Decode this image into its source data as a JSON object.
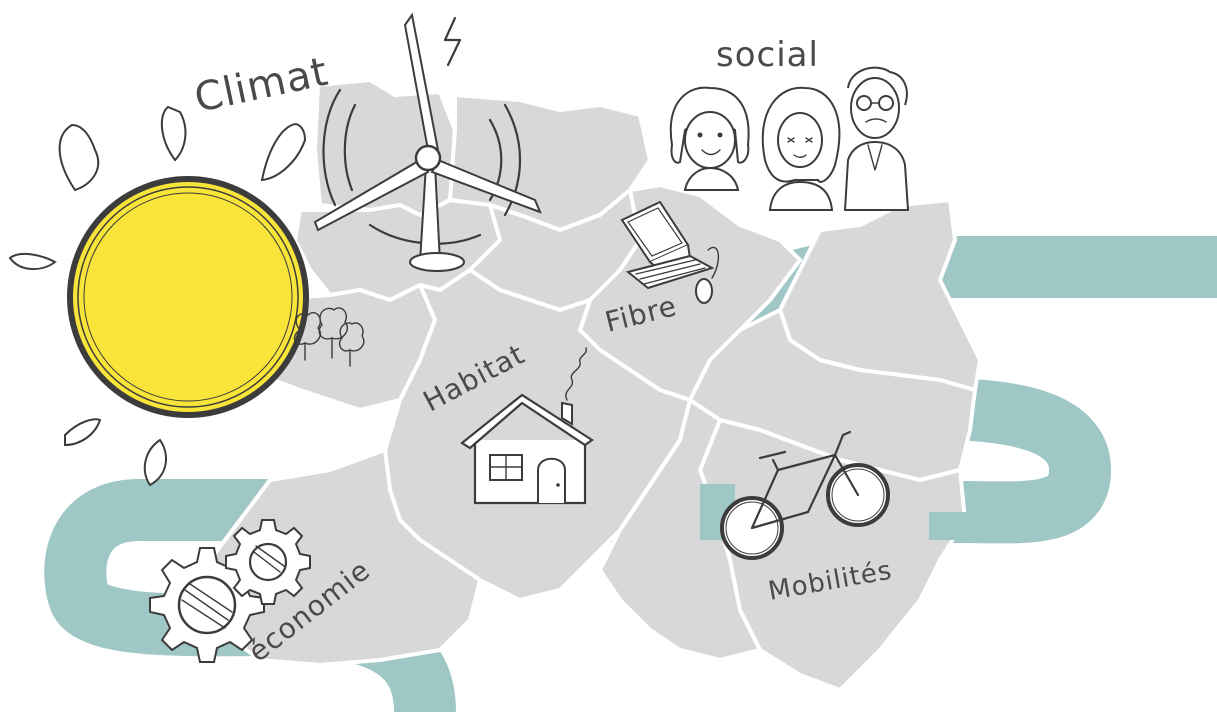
{
  "labels": {
    "climat": "Climat",
    "social": "social",
    "fibre": "Fibre",
    "habitat": "Habitat",
    "economie": "économie",
    "mobilites": "Mobilités"
  },
  "colors": {
    "sun": "#f9e43a",
    "river": "#9fc7c6",
    "district": "#d8d8d8",
    "ink": "#3c3c3c"
  }
}
